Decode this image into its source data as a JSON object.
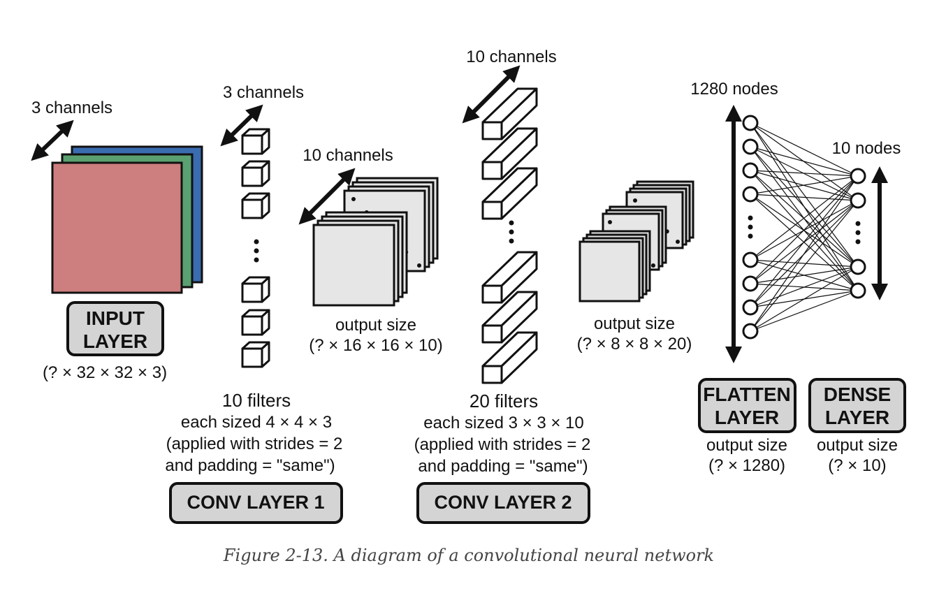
{
  "input_layer": {
    "channels_label": "3 channels",
    "box_line1": "INPUT",
    "box_line2": "LAYER",
    "shape": "(? × 32 × 32 × 3)",
    "colors": [
      "#3a6cb0",
      "#5aa070",
      "#cd7e7e"
    ]
  },
  "conv1": {
    "filter_channels_label": "3 channels",
    "output_channels_label": "10 channels",
    "output_label": "output size",
    "output_shape": "(? × 16 × 16 × 10)",
    "filters_title": "10 filters",
    "filters_size": "each sized 4 × 4 × 3",
    "filters_strides": "(applied with strides = 2",
    "filters_padding": "and padding = \"same\")",
    "box": "CONV LAYER 1"
  },
  "conv2": {
    "filter_channels_label": "10 channels",
    "output_label": "output size",
    "output_shape": "(? × 8 × 8 × 20)",
    "filters_title": "20 filters",
    "filters_size": "each sized 3 × 3 × 10",
    "filters_strides": "(applied with strides = 2",
    "filters_padding": "and padding = \"same\")",
    "box": "CONV LAYER 2"
  },
  "flatten": {
    "nodes_label": "1280 nodes",
    "box_line1": "FLATTEN",
    "box_line2": "LAYER",
    "output_label": "output size",
    "output_shape": "(? × 1280)"
  },
  "dense": {
    "nodes_label": "10 nodes",
    "box_line1": "DENSE",
    "box_line2": "LAYER",
    "output_label": "output size",
    "output_shape": "(? × 10)"
  },
  "caption": "Figure 2-13. A diagram of a convolutional neural network",
  "style": {
    "box_fill": "#d4d4d4",
    "map_fill": "#e6e6e6"
  }
}
